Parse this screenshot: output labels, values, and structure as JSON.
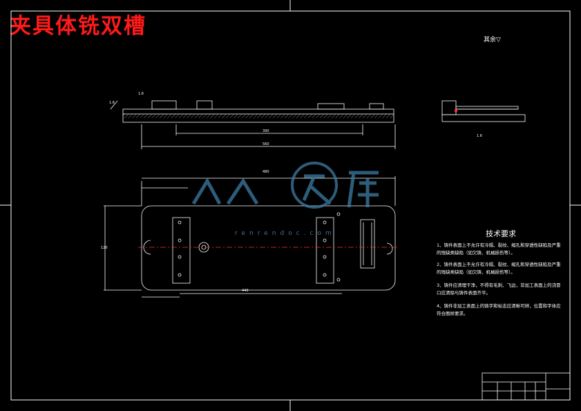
{
  "title": "夹具体铣双槽",
  "roughness_note": "其余▽",
  "tech_requirements": {
    "heading": "技术要求",
    "items": [
      "1、铸件表面上不允许有冷隔、裂纹、缩孔和穿透性缺陷及严重的残缺类缺陷（如欠铸、机械损伤等）。",
      "2、铸件表面上不允许有冷隔、裂纹、缩孔和穿透性缺陷及严重的残缺类缺陷（如欠铸、机械损伤等）。",
      "3、铸件应清理干净，不得有毛刺、飞边，非加工表面上的浇冒口应清除与铸件表面齐平。",
      "4、铸件非加工表面上的铸字和标志应清晰可辨，位置和字体应符合图样要求。"
    ]
  },
  "watermark": {
    "text": "人人文库",
    "url": "renrendoc.com"
  },
  "colors": {
    "background": "#000000",
    "lines": "#ffffff",
    "title": "#ff1a1a",
    "centerline": "#ff3030",
    "watermark": "#3d7ca3"
  }
}
